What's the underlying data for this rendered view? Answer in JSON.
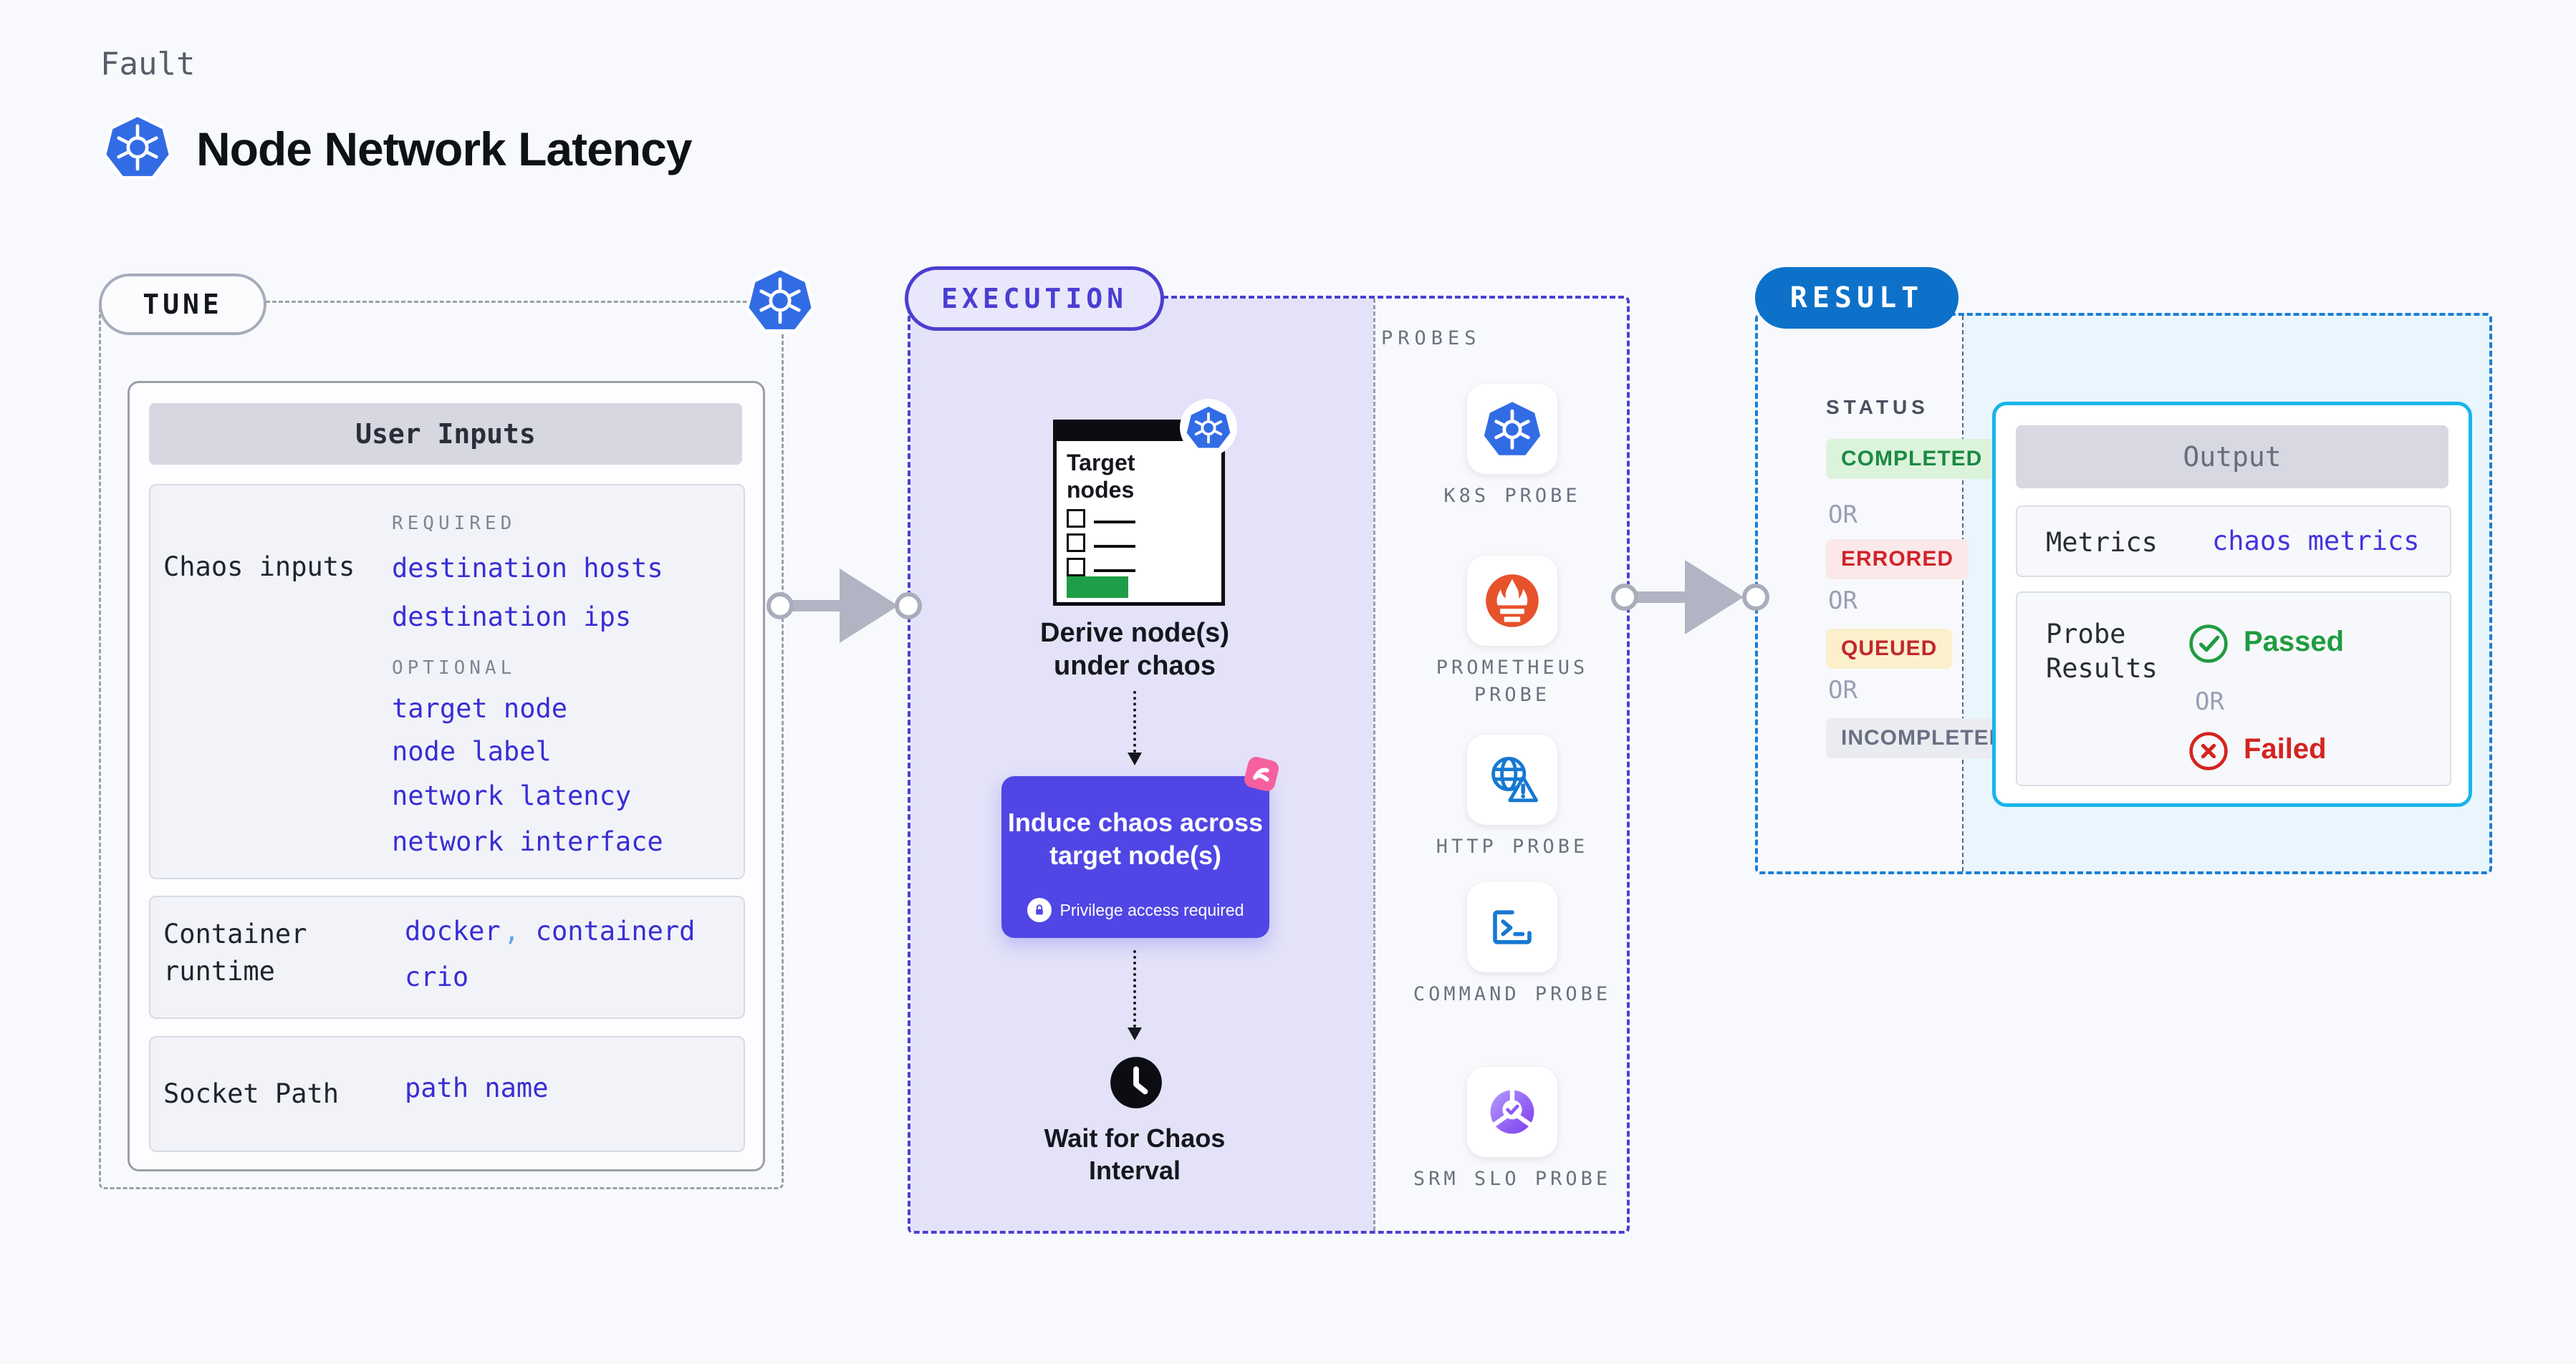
{
  "header": {
    "kicker": "Fault",
    "title": "Node Network Latency"
  },
  "tune": {
    "badge": "TUNE",
    "user_inputs_title": "User Inputs",
    "chaos_inputs": {
      "label": "Chaos inputs",
      "required_heading": "REQUIRED",
      "required": [
        "destination hosts",
        "destination ips"
      ],
      "optional_heading": "OPTIONAL",
      "optional": [
        "target node",
        "node label",
        "network latency",
        "network interface"
      ]
    },
    "container_runtime": {
      "label": "Container runtime",
      "values": [
        "docker",
        "containerd",
        "crio"
      ],
      "separator": ","
    },
    "socket_path": {
      "label": "Socket Path",
      "value": "path name"
    }
  },
  "execution": {
    "badge": "EXECUTION",
    "target_doc": {
      "line1": "Target",
      "line2": "nodes"
    },
    "derive": {
      "line1": "Derive node(s)",
      "line2": "under chaos"
    },
    "induce": {
      "line1": "Induce chaos across",
      "line2": "target node(s)",
      "note": "Privilege access required"
    },
    "wait": {
      "line1": "Wait for Chaos",
      "line2": "Interval"
    },
    "probes_heading": "PROBES",
    "probes": [
      {
        "name": "K8S PROBE",
        "icon": "kubernetes-icon"
      },
      {
        "name": "PROMETHEUS PROBE",
        "icon": "prometheus-icon"
      },
      {
        "name": "HTTP PROBE",
        "icon": "globe-warning-icon"
      },
      {
        "name": "COMMAND PROBE",
        "icon": "terminal-icon"
      },
      {
        "name": "SRM SLO PROBE",
        "icon": "slo-donut-icon"
      }
    ]
  },
  "result": {
    "badge": "RESULT",
    "status_heading": "STATUS",
    "or_label": "OR",
    "states": [
      {
        "label": "COMPLETED",
        "color": "#1b8a44",
        "bg": "#dcf3db"
      },
      {
        "label": "ERRORED",
        "color": "#d2232a",
        "bg": "#fbe9e9"
      },
      {
        "label": "QUEUED",
        "color": "#c2272d",
        "bg": "#fbf0cb"
      },
      {
        "label": "INCOMPLETED",
        "color": "#697083",
        "bg": "#ebecf1"
      }
    ],
    "output": {
      "title": "Output",
      "metrics_label": "Metrics",
      "metrics_value": "chaos metrics",
      "probe_results_label": "Probe Results",
      "passed_label": "Passed",
      "or_label": "OR",
      "failed_label": "Failed"
    }
  },
  "colors": {
    "page_bg": "#f8f9fc",
    "kubernetes_blue": "#326ce5",
    "accent_indigo": "#4f46e5",
    "execution_border": "#4b40d2",
    "execution_fill": "#e3e2f9",
    "result_pill_blue": "#0d71c9",
    "result_border": "#1b7ed6",
    "result_fill": "#e9f6fd",
    "output_border": "#18b5ea",
    "link_blue": "#382ed4",
    "prometheus_orange": "#e6522c",
    "litmus_pink": "#f6609e",
    "passed_green": "#1f9c41",
    "failed_red": "#d42420",
    "arrow_gray": "#b2b4c3"
  }
}
